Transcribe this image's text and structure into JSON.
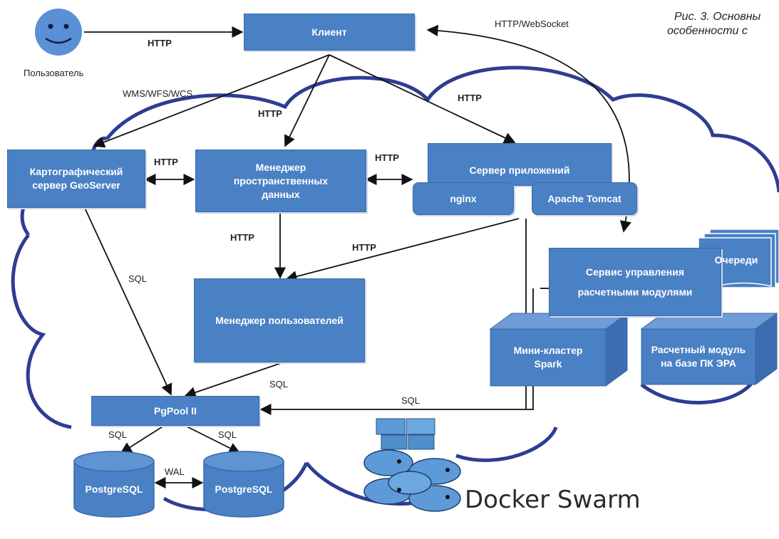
{
  "caption": {
    "line1": "Рис. 3. Основны",
    "line2": "особенности с"
  },
  "user_label": "Пользователь",
  "boxes": {
    "client": "Клиент",
    "geoserver": "Картографический сервер GeoServer",
    "spatial_manager": "Менеджер пространственных данных",
    "app_server": "Сервер приложений",
    "nginx": "nginx",
    "tomcat": "Apache Tomcat",
    "user_manager": "Менеджер пользователей",
    "module_service": "Сервис управления расчетными модулями",
    "queues": "Очереди",
    "spark": "Мини-кластер Spark",
    "era_module": "Расчетный модуль на базе ПК ЭРА",
    "pgpool": "PgPool II",
    "pg1": "PostgreSQL",
    "pg2": "PostgreSQL"
  },
  "edge_labels": {
    "user_client": "HTTP",
    "websocket": "HTTP/WebSocket",
    "wms": "WMS/WFS/WCS",
    "client_spatial": "HTTP",
    "client_app": "HTTP",
    "geo_spatial": "HTTP",
    "spatial_app": "HTTP",
    "spatial_users": "HTTP",
    "app_users": "HTTP",
    "geo_pgpool": "SQL",
    "users_pgpool": "SQL",
    "service_pgpool": "SQL",
    "pgpool_pg1": "SQL",
    "pgpool_pg2": "SQL",
    "wal": "WAL"
  },
  "docker_label": "Docker Swarm",
  "colors": {
    "box": "#4a80c4",
    "cloud": "#2e3d93",
    "arrow": "#111111",
    "face": "#5b8fd6"
  }
}
